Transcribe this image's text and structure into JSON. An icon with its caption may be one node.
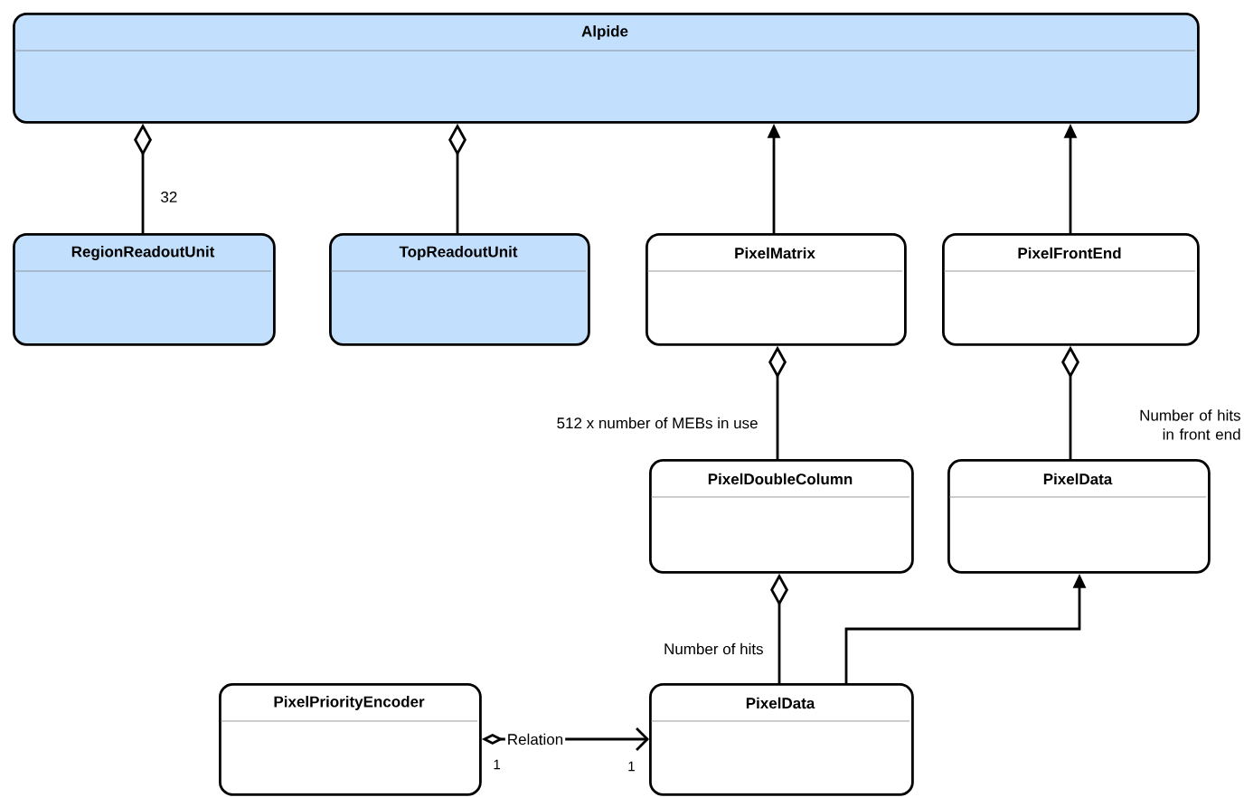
{
  "diagram": {
    "nodes": [
      {
        "text": [
          "Alpide"
        ]
      },
      {
        "text": [
          "RegionReadoutUnit"
        ]
      },
      {
        "text": [
          "TopReadoutUnit"
        ]
      },
      {
        "text": [
          "PixelMatrix"
        ]
      },
      {
        "text": [
          "PixelFrontEnd"
        ]
      },
      {
        "text": [
          "PixelDoubleColumn"
        ]
      },
      {
        "text": [
          "PixelData"
        ]
      },
      {
        "text": [
          "PixelPriorityEncoder"
        ]
      },
      {
        "text": [
          "PixelData"
        ]
      }
    ],
    "edges": [
      {
        "from": 1,
        "to": 0,
        "arrow": "other",
        "label": "32"
      },
      {
        "from": 2,
        "to": 0,
        "arrow": "other"
      },
      {
        "from": 3,
        "to": 0,
        "arrow": "to"
      },
      {
        "from": 4,
        "to": 0,
        "arrow": "to"
      },
      {
        "from": 5,
        "to": 3,
        "arrow": "other",
        "label": "512 x number of MEBs in use"
      },
      {
        "from": 6,
        "to": 4,
        "arrow": "other",
        "label": "Number of hits in front end"
      },
      {
        "from": 8,
        "to": 5,
        "arrow": "other",
        "label": "Number of hits"
      },
      {
        "from": 8,
        "to": 6,
        "arrow": "to"
      },
      {
        "from": 7,
        "to": 8,
        "arrow": "to",
        "label": "Relation"
      }
    ],
    "labels": [
      "1",
      "1"
    ]
  }
}
